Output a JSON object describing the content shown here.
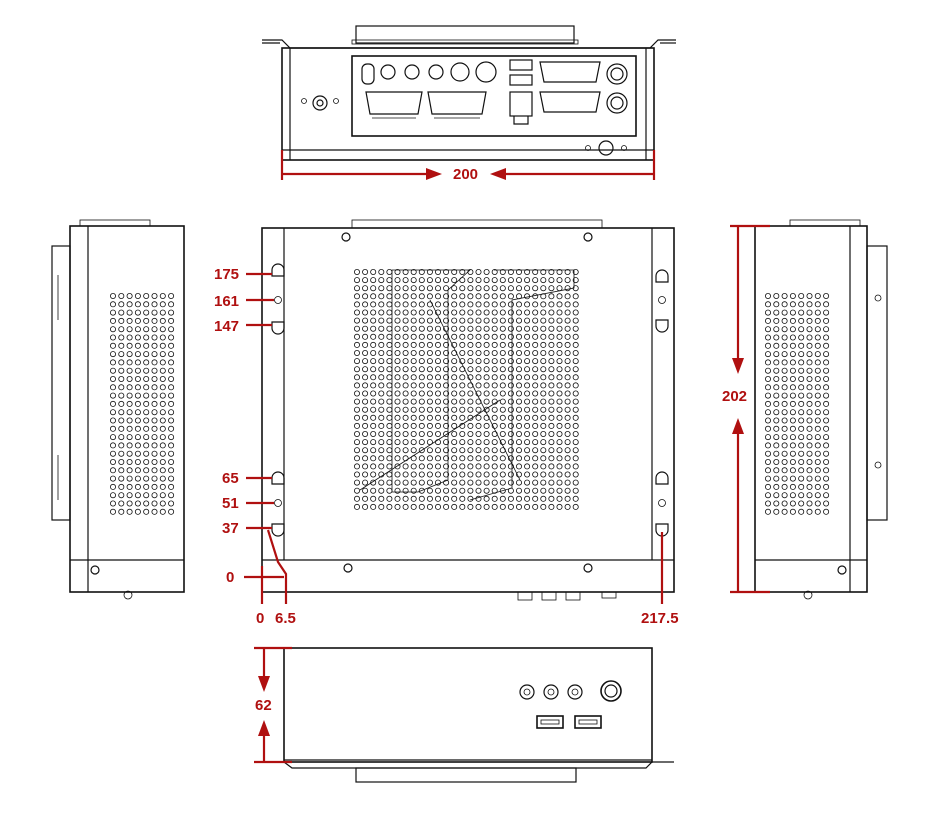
{
  "dimensions": {
    "width_top": "200",
    "height_right": "202",
    "depth_bottom": "62",
    "hole_175": "175",
    "hole_161": "161",
    "hole_147": "147",
    "hole_65": "65",
    "hole_51": "51",
    "hole_37": "37",
    "origin_y": "0",
    "origin_x": "0",
    "offset_x": "6.5",
    "offset_x_right": "217.5"
  },
  "colors": {
    "dimension": "#b01010",
    "outline": "#111111",
    "background": "#ffffff"
  }
}
